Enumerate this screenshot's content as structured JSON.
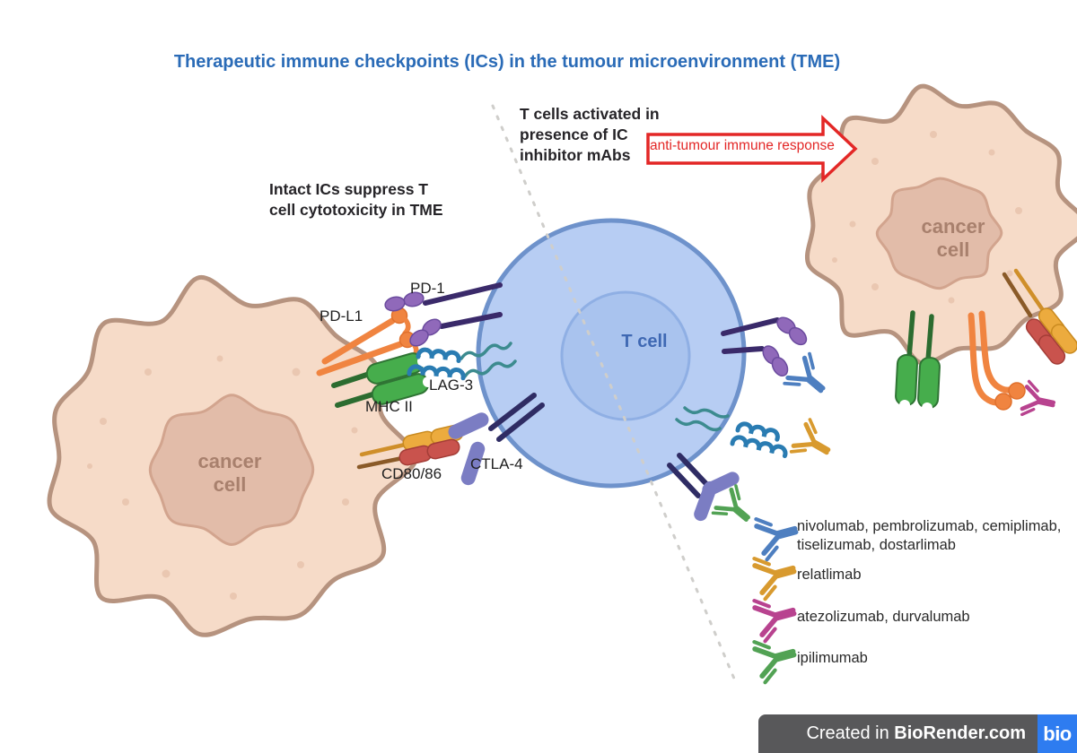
{
  "title": {
    "text": "Therapeutic immune checkpoints (ICs) in the tumour microenvironment (TME)"
  },
  "annotations": {
    "left": "Intact ICs suppress T\ncell cytotoxicity in TME",
    "right": "T cells activated in\npresence of IC\ninhibitor mAbs",
    "arrow_label": "anti-tumour immune response"
  },
  "cells": {
    "left_cancer": "cancer\ncell",
    "right_cancer": "cancer\ncell",
    "t_cell": "T cell"
  },
  "receptors": {
    "pd1": "PD-1",
    "pdl1": "PD-L1",
    "lag3": "LAG-3",
    "mhc2": "MHC II",
    "cd8086": "CD80/86",
    "ctla4": "CTLA-4"
  },
  "legend": {
    "items": [
      {
        "icon": "antibody-blue-icon",
        "color": "#4e7fc0",
        "label": "nivolumab, pembrolizumab, cemiplimab, tiselizumab, dostarlimab"
      },
      {
        "icon": "antibody-gold-icon",
        "color": "#d89a2f",
        "label": "relatlimab"
      },
      {
        "icon": "antibody-magenta-icon",
        "color": "#b8438f",
        "label": "atezolizumab, durvalumab"
      },
      {
        "icon": "antibody-green-icon",
        "color": "#52a254",
        "label": "ipilimumab"
      }
    ]
  },
  "footer": {
    "created_in": "Created in",
    "brand": "BioRender.com",
    "logo": "bio"
  },
  "colors": {
    "title_blue": "#2a6bb7",
    "arrow_red": "#e32726",
    "cancer_cell_fill": "#f6dbc8",
    "cancer_cell_border": "#b6937f",
    "cancer_nucleus_fill": "#e2bca9",
    "t_cell_fill": "#b7cdf3",
    "t_cell_border": "#6e92cb",
    "t_cell_nucleus": "#a9c3ee",
    "pdl1_orange": "#f08440",
    "pd1_purple": "#9069ba",
    "pd1_stalk": "#3a2a6a",
    "mhc2_green": "#46ad4c",
    "lag3_blue": "#2a7cb2",
    "lag3_teal": "#3c8b8f",
    "cd80_gold": "#ecab3e",
    "cd80_red": "#c9534d",
    "ctla4_slate": "#7b7dc3",
    "footer_gray": "#58585a",
    "biorender_blue": "#2e7cf0"
  }
}
